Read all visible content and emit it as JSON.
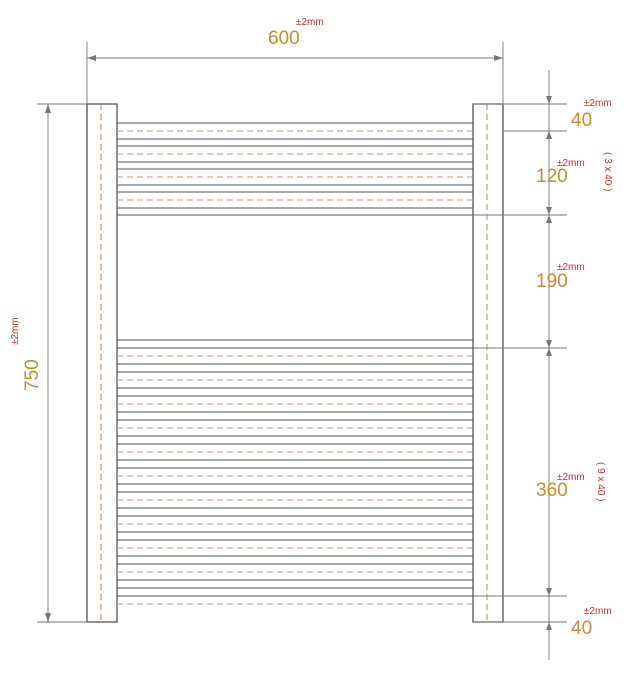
{
  "drawing": {
    "colors": {
      "outline": "#555555",
      "dim_line": "#777777",
      "dim_text": "#d1882f",
      "tolerance": "#c9302c",
      "hidden_line": "#e08a6a"
    },
    "width": {
      "value": "600",
      "tolerance": "±2mm"
    },
    "height": {
      "value": "750",
      "tolerance": "±2mm"
    },
    "right_dims": [
      {
        "value": "40",
        "tolerance": "±2mm",
        "note": ""
      },
      {
        "value": "120",
        "tolerance": "±2mm",
        "note": "( 3 x 40 )"
      },
      {
        "value": "190",
        "tolerance": "±2mm",
        "note": ""
      },
      {
        "value": "360",
        "tolerance": "±2mm",
        "note": "( 9 x 40 )"
      },
      {
        "value": "40",
        "tolerance": "±2mm",
        "note": ""
      }
    ],
    "upper_rail_count": 4,
    "lower_rail_count": 10
  }
}
